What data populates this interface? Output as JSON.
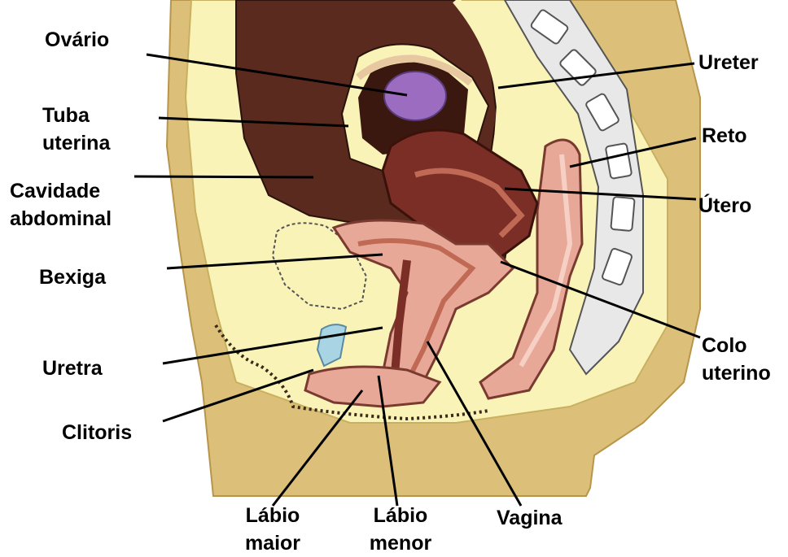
{
  "labels": {
    "ovario": "Ovário",
    "tuba_1": "Tuba",
    "tuba_2": "uterina",
    "cavidade_1": "Cavidade",
    "cavidade_2": "abdominal",
    "bexiga": "Bexiga",
    "uretra": "Uretra",
    "clitoris": "Clitoris",
    "ureter": "Ureter",
    "reto": "Reto",
    "utero": "Útero",
    "colo_1": "Colo",
    "colo_2": "uterino",
    "labio_maior_1": "Lábio",
    "labio_maior_2": "maior",
    "labio_menor_1": "Lábio",
    "labio_menor_2": "menor",
    "vagina": "Vagina"
  },
  "colors": {
    "skin": "#dcc07a",
    "skin_dark": "#b8954a",
    "fat_pale": "#faf3b8",
    "cavity_brown": "#5a2a1e",
    "cavity_dark": "#3a180f",
    "uterus": "#7a2e26",
    "uterus_light": "#c06a55",
    "pink": "#e8a898",
    "pink_light": "#f6d0c4",
    "ovary": "#9c6cc0",
    "urethra_blue": "#a8d4e4",
    "spine_gray": "#e8e8e8",
    "leader": "#000000"
  }
}
